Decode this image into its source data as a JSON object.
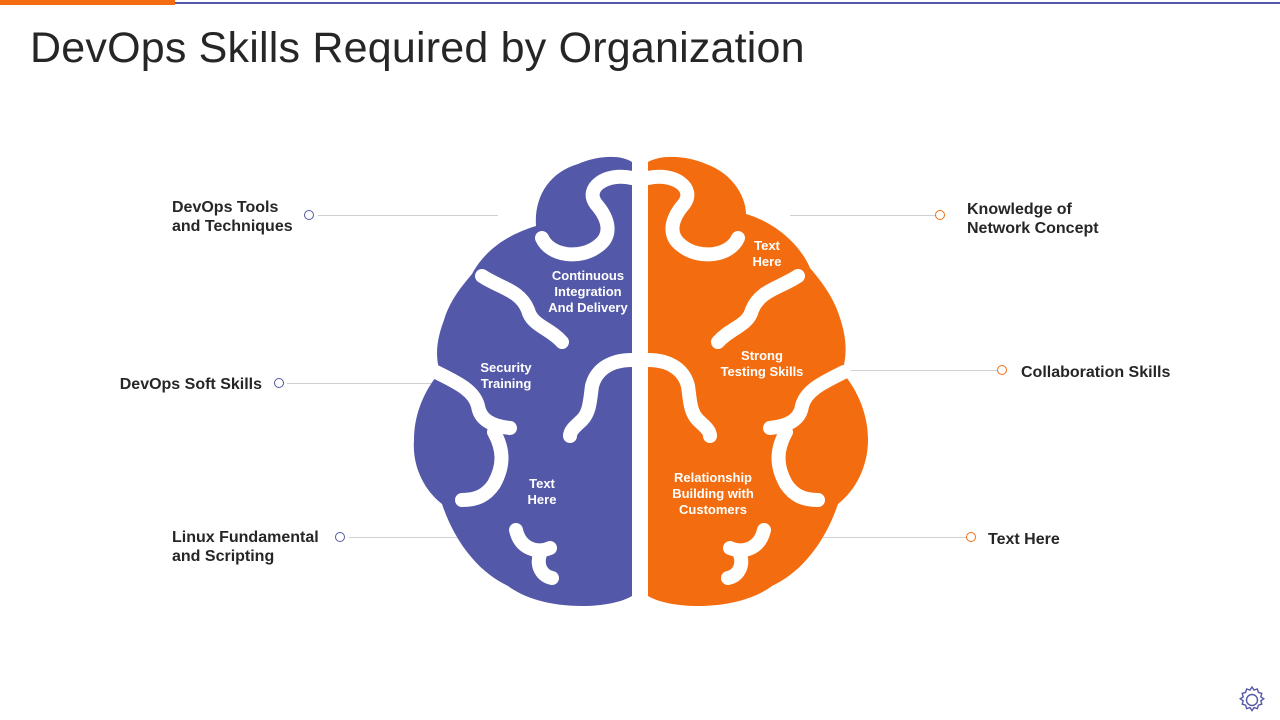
{
  "colors": {
    "purple": "#5458a8",
    "orange": "#f36d10",
    "connector": "#cfcfd4",
    "title": "#262626"
  },
  "slide": {
    "title": "DevOps Skills Required by Organization"
  },
  "left_labels": [
    {
      "text": "DevOps Tools\nand Techniques"
    },
    {
      "text": "DevOps Soft Skills"
    },
    {
      "text": "Linux Fundamental\nand Scripting"
    }
  ],
  "right_labels": [
    {
      "text": "Knowledge of\nNetwork Concept"
    },
    {
      "text": "Collaboration Skills"
    },
    {
      "text": "Text Here"
    }
  ],
  "brain_left": [
    {
      "text": "Continuous\nIntegration\nAnd Delivery"
    },
    {
      "text": "Security\nTraining"
    },
    {
      "text": "Text\nHere"
    }
  ],
  "brain_right": [
    {
      "text": "Text\nHere"
    },
    {
      "text": "Strong\nTesting Skills"
    },
    {
      "text": "Relationship\nBuilding with\nCustomers"
    }
  ],
  "icons": {
    "footer": "gear-icon"
  }
}
